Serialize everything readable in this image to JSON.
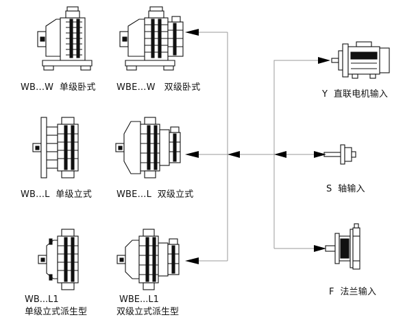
{
  "variants": [
    {
      "model": "WB...W",
      "desc": "单级卧式"
    },
    {
      "model": "WBE...W",
      "desc": "双级卧式"
    },
    {
      "model": "WB...L",
      "desc": "单级立式"
    },
    {
      "model": "WBE...L",
      "desc": "双级立式"
    },
    {
      "model": "WB...L1",
      "desc": "单级立式派生型"
    },
    {
      "model": "WBE...L1",
      "desc": "双级立式派生型"
    }
  ],
  "inputs": [
    {
      "code": "Y",
      "desc": "直联电机输入"
    },
    {
      "code": "S",
      "desc": "轴输入"
    },
    {
      "code": "F",
      "desc": "法兰输入"
    }
  ],
  "colors": {
    "line": "#111111",
    "connector": "#9a9a9a",
    "arrow": "#000000",
    "background": "#ffffff"
  }
}
